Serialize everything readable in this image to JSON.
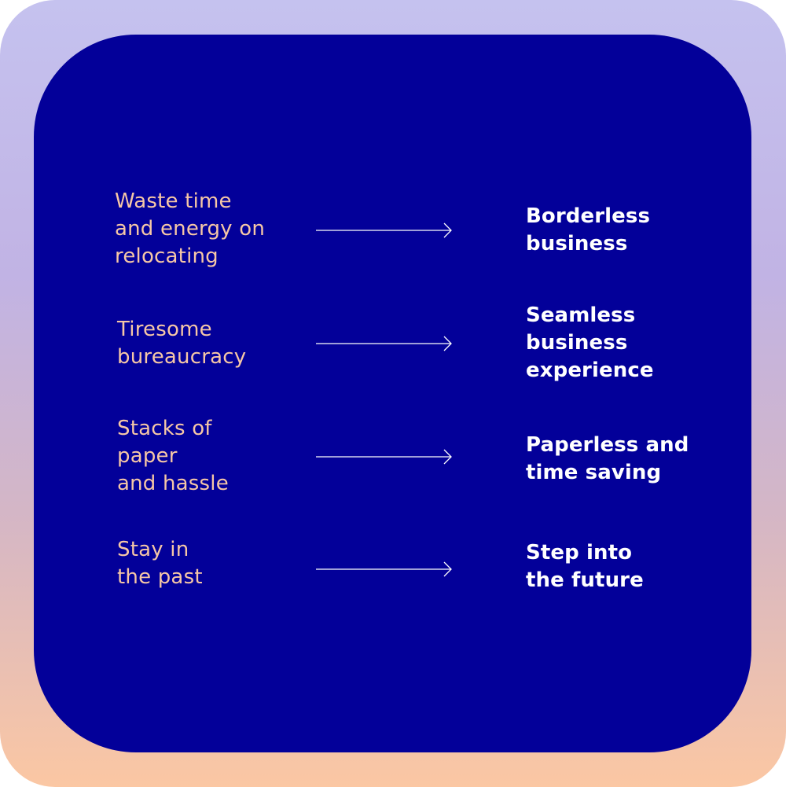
{
  "rows": [
    {
      "before": "Waste time\nand energy on\nrelocating",
      "after": "Borderless\nbusiness",
      "arrow_icon": "arrow-right-icon"
    },
    {
      "before": "Tiresome\nbureaucracy",
      "after": "Seamless\nbusiness\nexperience",
      "arrow_icon": "arrow-right-icon"
    },
    {
      "before": "Stacks of\npaper\nand hassle",
      "after": "Paperless and\ntime saving",
      "arrow_icon": "arrow-right-icon"
    },
    {
      "before": "Stay in\nthe past",
      "after": "Step into\nthe future",
      "arrow_icon": "arrow-right-icon"
    }
  ],
  "colors": {
    "card": "#030099",
    "before_text": "#f6c7a6",
    "after_text": "#ffffff",
    "arrow": "#ffffff"
  }
}
